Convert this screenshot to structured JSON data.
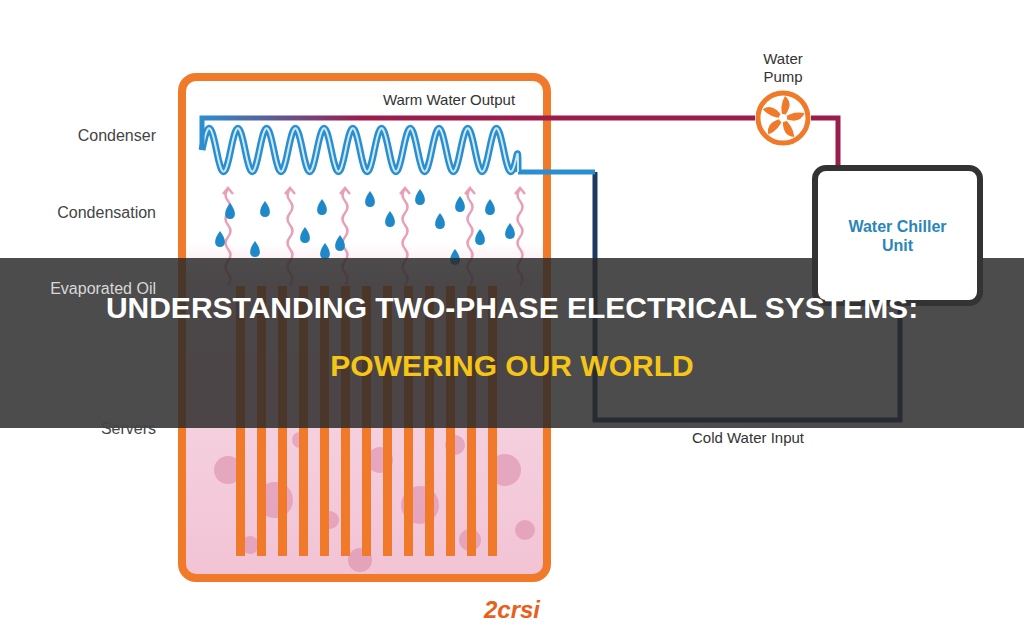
{
  "diagram": {
    "title": "UNDERSTANDING TWO-PHASE ELECTRICAL SYSTEMS:",
    "caption": "POWERING OUR WORLD",
    "nodes": [
      {
        "text": [
          "Water Pump"
        ]
      },
      {
        "text": [
          "Water Chiller Unit"
        ]
      }
    ],
    "edges": [
      {
        "from": 0,
        "to": 1,
        "arrow": "none"
      }
    ],
    "labels": [
      "Condenser",
      "Condensation",
      "Evaporated Oil",
      "Servers",
      "Warm Water Output",
      "Cold Water Input",
      "2crsi"
    ]
  }
}
